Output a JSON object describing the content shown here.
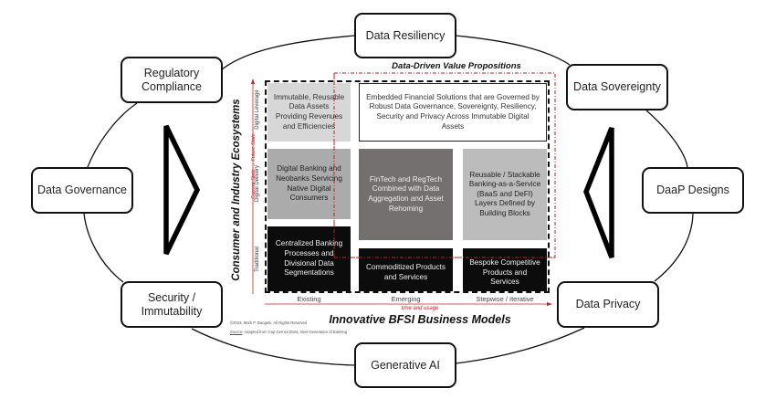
{
  "diagram": {
    "outer_nodes": [
      {
        "id": "data-resiliency",
        "label": "Data Resiliency"
      },
      {
        "id": "data-sovereignty",
        "label": "Data Sovereignty"
      },
      {
        "id": "daap-designs",
        "label": "DaaP Designs"
      },
      {
        "id": "data-privacy",
        "label": "Data Privacy"
      },
      {
        "id": "generative-ai",
        "label": "Generative AI"
      },
      {
        "id": "security-immutability",
        "label": "Security / Immutability"
      },
      {
        "id": "data-governance",
        "label": "Data Governance"
      },
      {
        "id": "regulatory-compliance",
        "label": "Regulatory Compliance"
      }
    ],
    "matrix": {
      "top_title": "Data-Driven Value Propositions",
      "bottom_title": "Innovative BFSI Business Models",
      "left_title": "Consumer and Industry Ecosystems",
      "y_axis_caption": "Current State  →  Future State",
      "x_axis_caption": "time and usage",
      "rows": [
        "Digital Leverage",
        "Digital Delivery",
        "Traditional"
      ],
      "columns": [
        "Existing",
        "Emerging",
        "Stepwise / Iterative"
      ],
      "cells": {
        "leverage_existing": "Immutable, Reusable Data Assets Providing Revenues and Efficiencies",
        "leverage_wide": "Embedded Financial Solutions that are Governed by Robust Data Governance, Sovereignty, Resiliency, Security and Privacy Across Immutable Digital Assets",
        "delivery_existing": "Digital Banking and Neobanks Servicing Native Digital Consumers",
        "delivery_emerging": "FinTech and RegTech Combined with Data Aggregation and Asset Rehoming",
        "delivery_stepwise": "Reusable / Stackable Banking-as-a-Service (BaaS and DeFI) Layers Defined by Building Blocks",
        "traditional_existing": "Centralized Banking Processes and Divisional Data Segmentations",
        "traditional_emerging": "Commoditized Products and Services",
        "traditional_stepwise": "Bespoke Competitive Products and Services"
      },
      "copyright": "©2023, Mark P. Dangelo, All Rights Reserved",
      "source_label": "Source",
      "source_text": ":  Adapted from Cap Gemini 2023, Next Generation of Banking"
    },
    "colors": {
      "accent_red": "#c0202a",
      "cell_light": "#d7d7d7",
      "cell_mid": "#acabab",
      "cell_dark": "#747070",
      "cell_black": "#0c0c0c"
    }
  }
}
